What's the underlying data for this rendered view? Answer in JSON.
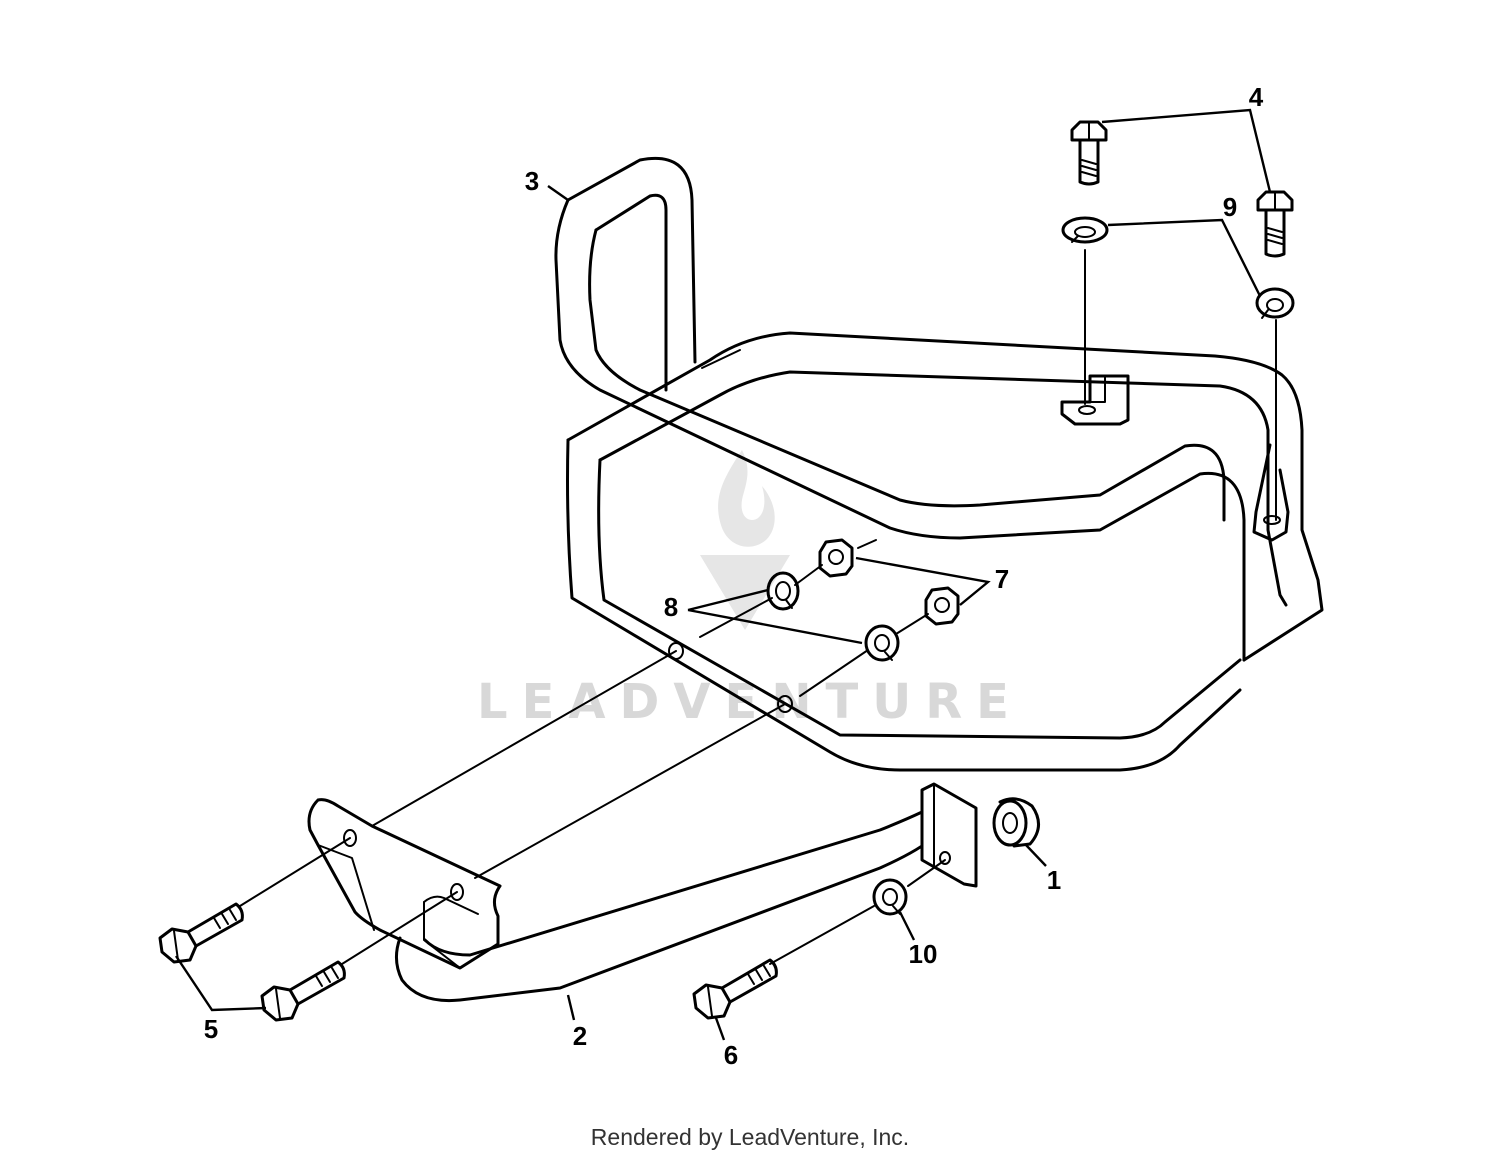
{
  "watermark": {
    "text": "LEADVENTURE"
  },
  "labels": {
    "p1": "1",
    "p2": "2",
    "p3": "3",
    "p4": "4",
    "p5": "5",
    "p6": "6",
    "p7": "7",
    "p8": "8",
    "p9": "9",
    "p10": "10"
  },
  "footer": {
    "text": "Rendered by LeadVenture, Inc."
  }
}
